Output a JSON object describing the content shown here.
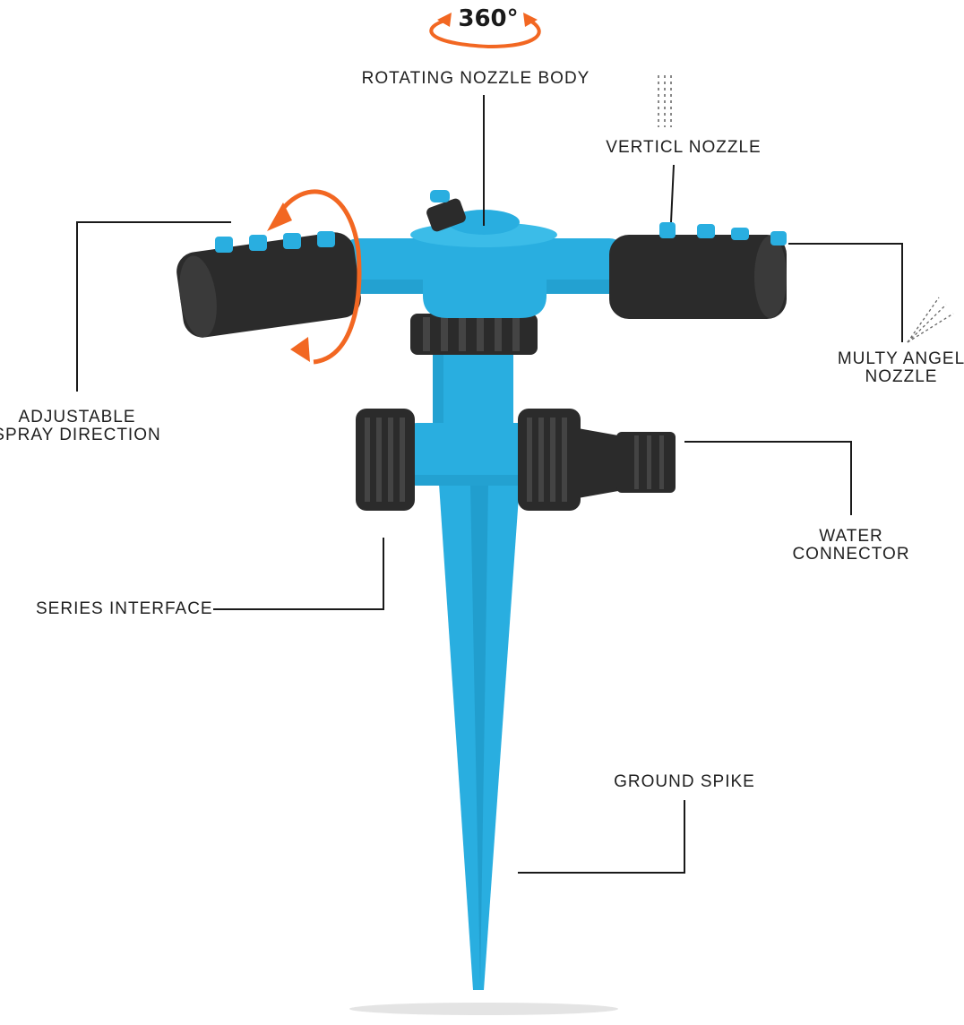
{
  "rotation_badge": {
    "text": "360°"
  },
  "labels": {
    "rotating_nozzle_body": "ROTATING NOZZLE BODY",
    "vertical_nozzle": "VERTICL NOZZLE",
    "multy_angel_nozzle": [
      "MULTY ANGEL",
      "NOZZLE"
    ],
    "adjustable_spray_direction": [
      "ADJUSTABLE",
      "SPRAY DIRECTION"
    ],
    "water_connector": [
      "WATER",
      "CONNECTOR"
    ],
    "series_interface": "SERIES INTERFACE",
    "ground_spike": "GROUND SPIKE"
  },
  "colors": {
    "body_blue": "#29aee0",
    "body_blue_dark": "#1d93c2",
    "handle_black": "#2b2b2b",
    "arrow_orange": "#f26722",
    "line_black": "#1a1a1a"
  }
}
